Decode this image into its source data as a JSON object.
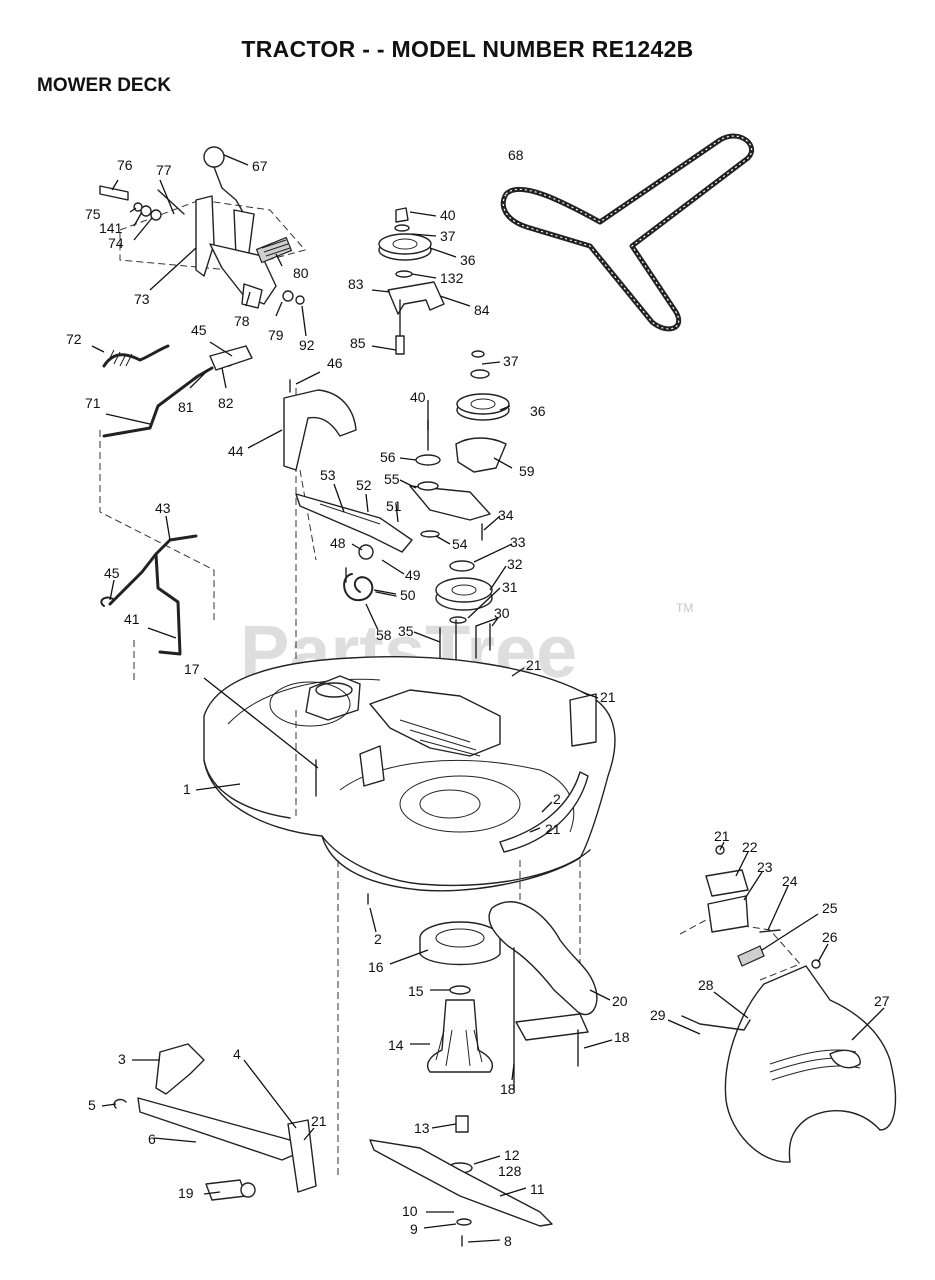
{
  "header": {
    "title": "TRACTOR - - MODEL NUMBER RE1242B",
    "section": "MOWER DECK"
  },
  "watermark": {
    "text": "PartsTree",
    "trademark": "TM"
  },
  "callouts": [
    {
      "label": "76"
    },
    {
      "label": "77"
    },
    {
      "label": "67"
    },
    {
      "label": "75"
    },
    {
      "label": "141"
    },
    {
      "label": "74"
    },
    {
      "label": "73"
    },
    {
      "label": "78"
    },
    {
      "label": "79"
    },
    {
      "label": "92"
    },
    {
      "label": "80"
    },
    {
      "label": "68"
    },
    {
      "label": "40"
    },
    {
      "label": "37"
    },
    {
      "label": "36"
    },
    {
      "label": "132"
    },
    {
      "label": "83"
    },
    {
      "label": "84"
    },
    {
      "label": "85"
    },
    {
      "label": "72"
    },
    {
      "label": "45"
    },
    {
      "label": "46"
    },
    {
      "label": "71"
    },
    {
      "label": "81"
    },
    {
      "label": "82"
    },
    {
      "label": "44"
    },
    {
      "label": "37"
    },
    {
      "label": "40"
    },
    {
      "label": "36"
    },
    {
      "label": "56"
    },
    {
      "label": "59"
    },
    {
      "label": "53"
    },
    {
      "label": "52"
    },
    {
      "label": "55"
    },
    {
      "label": "51"
    },
    {
      "label": "34"
    },
    {
      "label": "48"
    },
    {
      "label": "54"
    },
    {
      "label": "33"
    },
    {
      "label": "43"
    },
    {
      "label": "49"
    },
    {
      "label": "32"
    },
    {
      "label": "50"
    },
    {
      "label": "31"
    },
    {
      "label": "45"
    },
    {
      "label": "58"
    },
    {
      "label": "30"
    },
    {
      "label": "41"
    },
    {
      "label": "35"
    },
    {
      "label": "21"
    },
    {
      "label": "17"
    },
    {
      "label": "21"
    },
    {
      "label": "1"
    },
    {
      "label": "2"
    },
    {
      "label": "21"
    },
    {
      "label": "21"
    },
    {
      "label": "22"
    },
    {
      "label": "23"
    },
    {
      "label": "24"
    },
    {
      "label": "25"
    },
    {
      "label": "2"
    },
    {
      "label": "16"
    },
    {
      "label": "26"
    },
    {
      "label": "15"
    },
    {
      "label": "20"
    },
    {
      "label": "28"
    },
    {
      "label": "27"
    },
    {
      "label": "29"
    },
    {
      "label": "14"
    },
    {
      "label": "18"
    },
    {
      "label": "18"
    },
    {
      "label": "3"
    },
    {
      "label": "4"
    },
    {
      "label": "5"
    },
    {
      "label": "21"
    },
    {
      "label": "6"
    },
    {
      "label": "13"
    },
    {
      "label": "12"
    },
    {
      "label": "128"
    },
    {
      "label": "11"
    },
    {
      "label": "19"
    },
    {
      "label": "10"
    },
    {
      "label": "9"
    },
    {
      "label": "8"
    }
  ]
}
